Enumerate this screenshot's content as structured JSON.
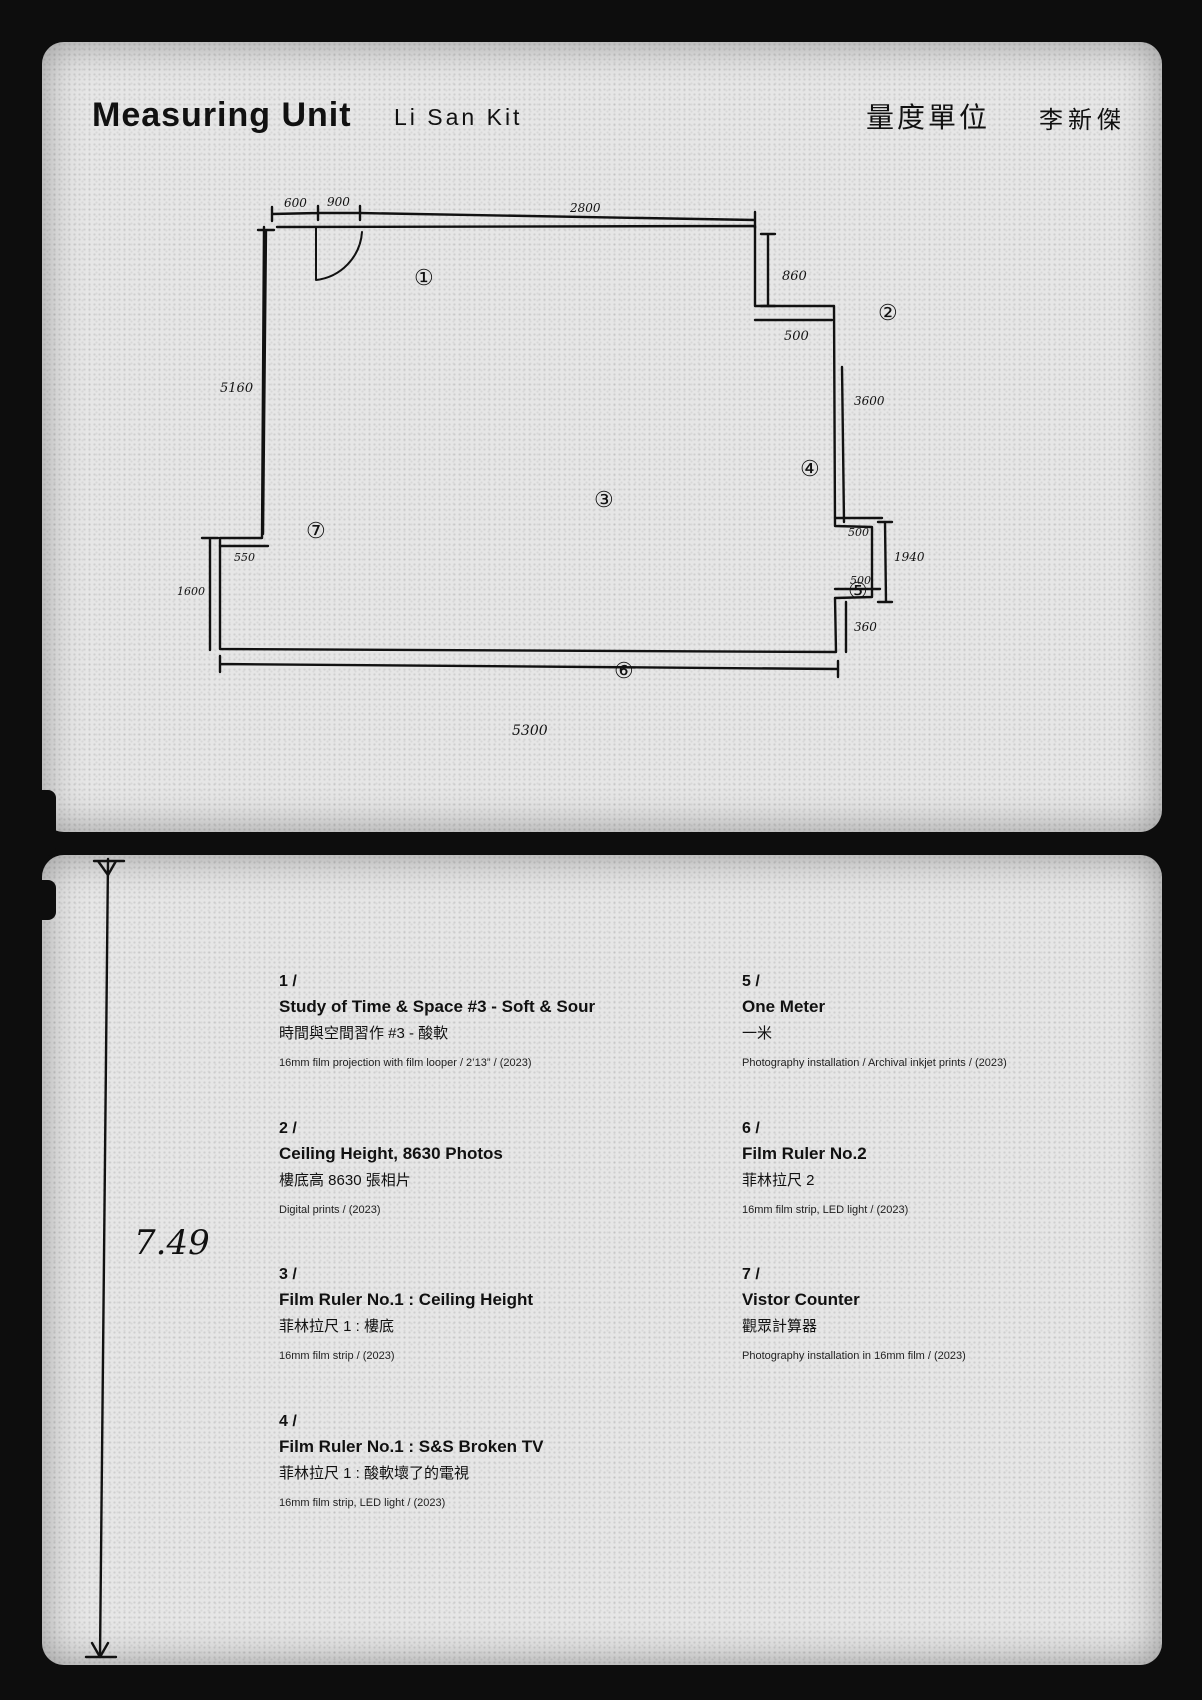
{
  "header": {
    "title_en": "Measuring Unit",
    "author_en": "Li San Kit",
    "title_zh": "量度單位",
    "author_zh": "李新傑"
  },
  "floorplan": {
    "dimensions": [
      "600",
      "900",
      "2800",
      "860",
      "500",
      "3600",
      "5160",
      "550",
      "1600",
      "500",
      "1940",
      "500",
      "360",
      "5300"
    ],
    "markers": [
      "①",
      "②",
      "③",
      "④",
      "⑤",
      "⑥",
      "⑦"
    ]
  },
  "height_label": "7.49",
  "works": [
    {
      "num": "1 /",
      "title": "Study of Time & Space #3 - Soft & Sour",
      "title_zh": "時間與空間習作 #3 - 酸軟",
      "meta": "16mm film projection with film looper /  2’13” / (2023)"
    },
    {
      "num": "2 /",
      "title": "Ceiling Height, 8630 Photos",
      "title_zh": "樓底高 8630 張相片",
      "meta": "Digital prints  / (2023)"
    },
    {
      "num": "3 /",
      "title": "Film Ruler No.1 : Ceiling Height",
      "title_zh": "菲林拉尺 1 : 樓底",
      "meta": "16mm film strip  / (2023)"
    },
    {
      "num": "4 /",
      "title": "Film Ruler No.1 : S&S Broken TV",
      "title_zh": "菲林拉尺 1 : 酸軟壞了的電視",
      "meta": "16mm film strip, LED light  / (2023)"
    },
    {
      "num": "5 /",
      "title": "One Meter",
      "title_zh": "一米",
      "meta": "Photography installation / Archival inkjet prints  / (2023)"
    },
    {
      "num": "6 /",
      "title": "Film Ruler No.2",
      "title_zh": "菲林拉尺 2",
      "meta": "16mm film strip, LED light  / (2023)"
    },
    {
      "num": "7 /",
      "title": "Vistor Counter",
      "title_zh": "觀眾計算器",
      "meta": "Photography installation in 16mm film  / (2023)"
    }
  ]
}
